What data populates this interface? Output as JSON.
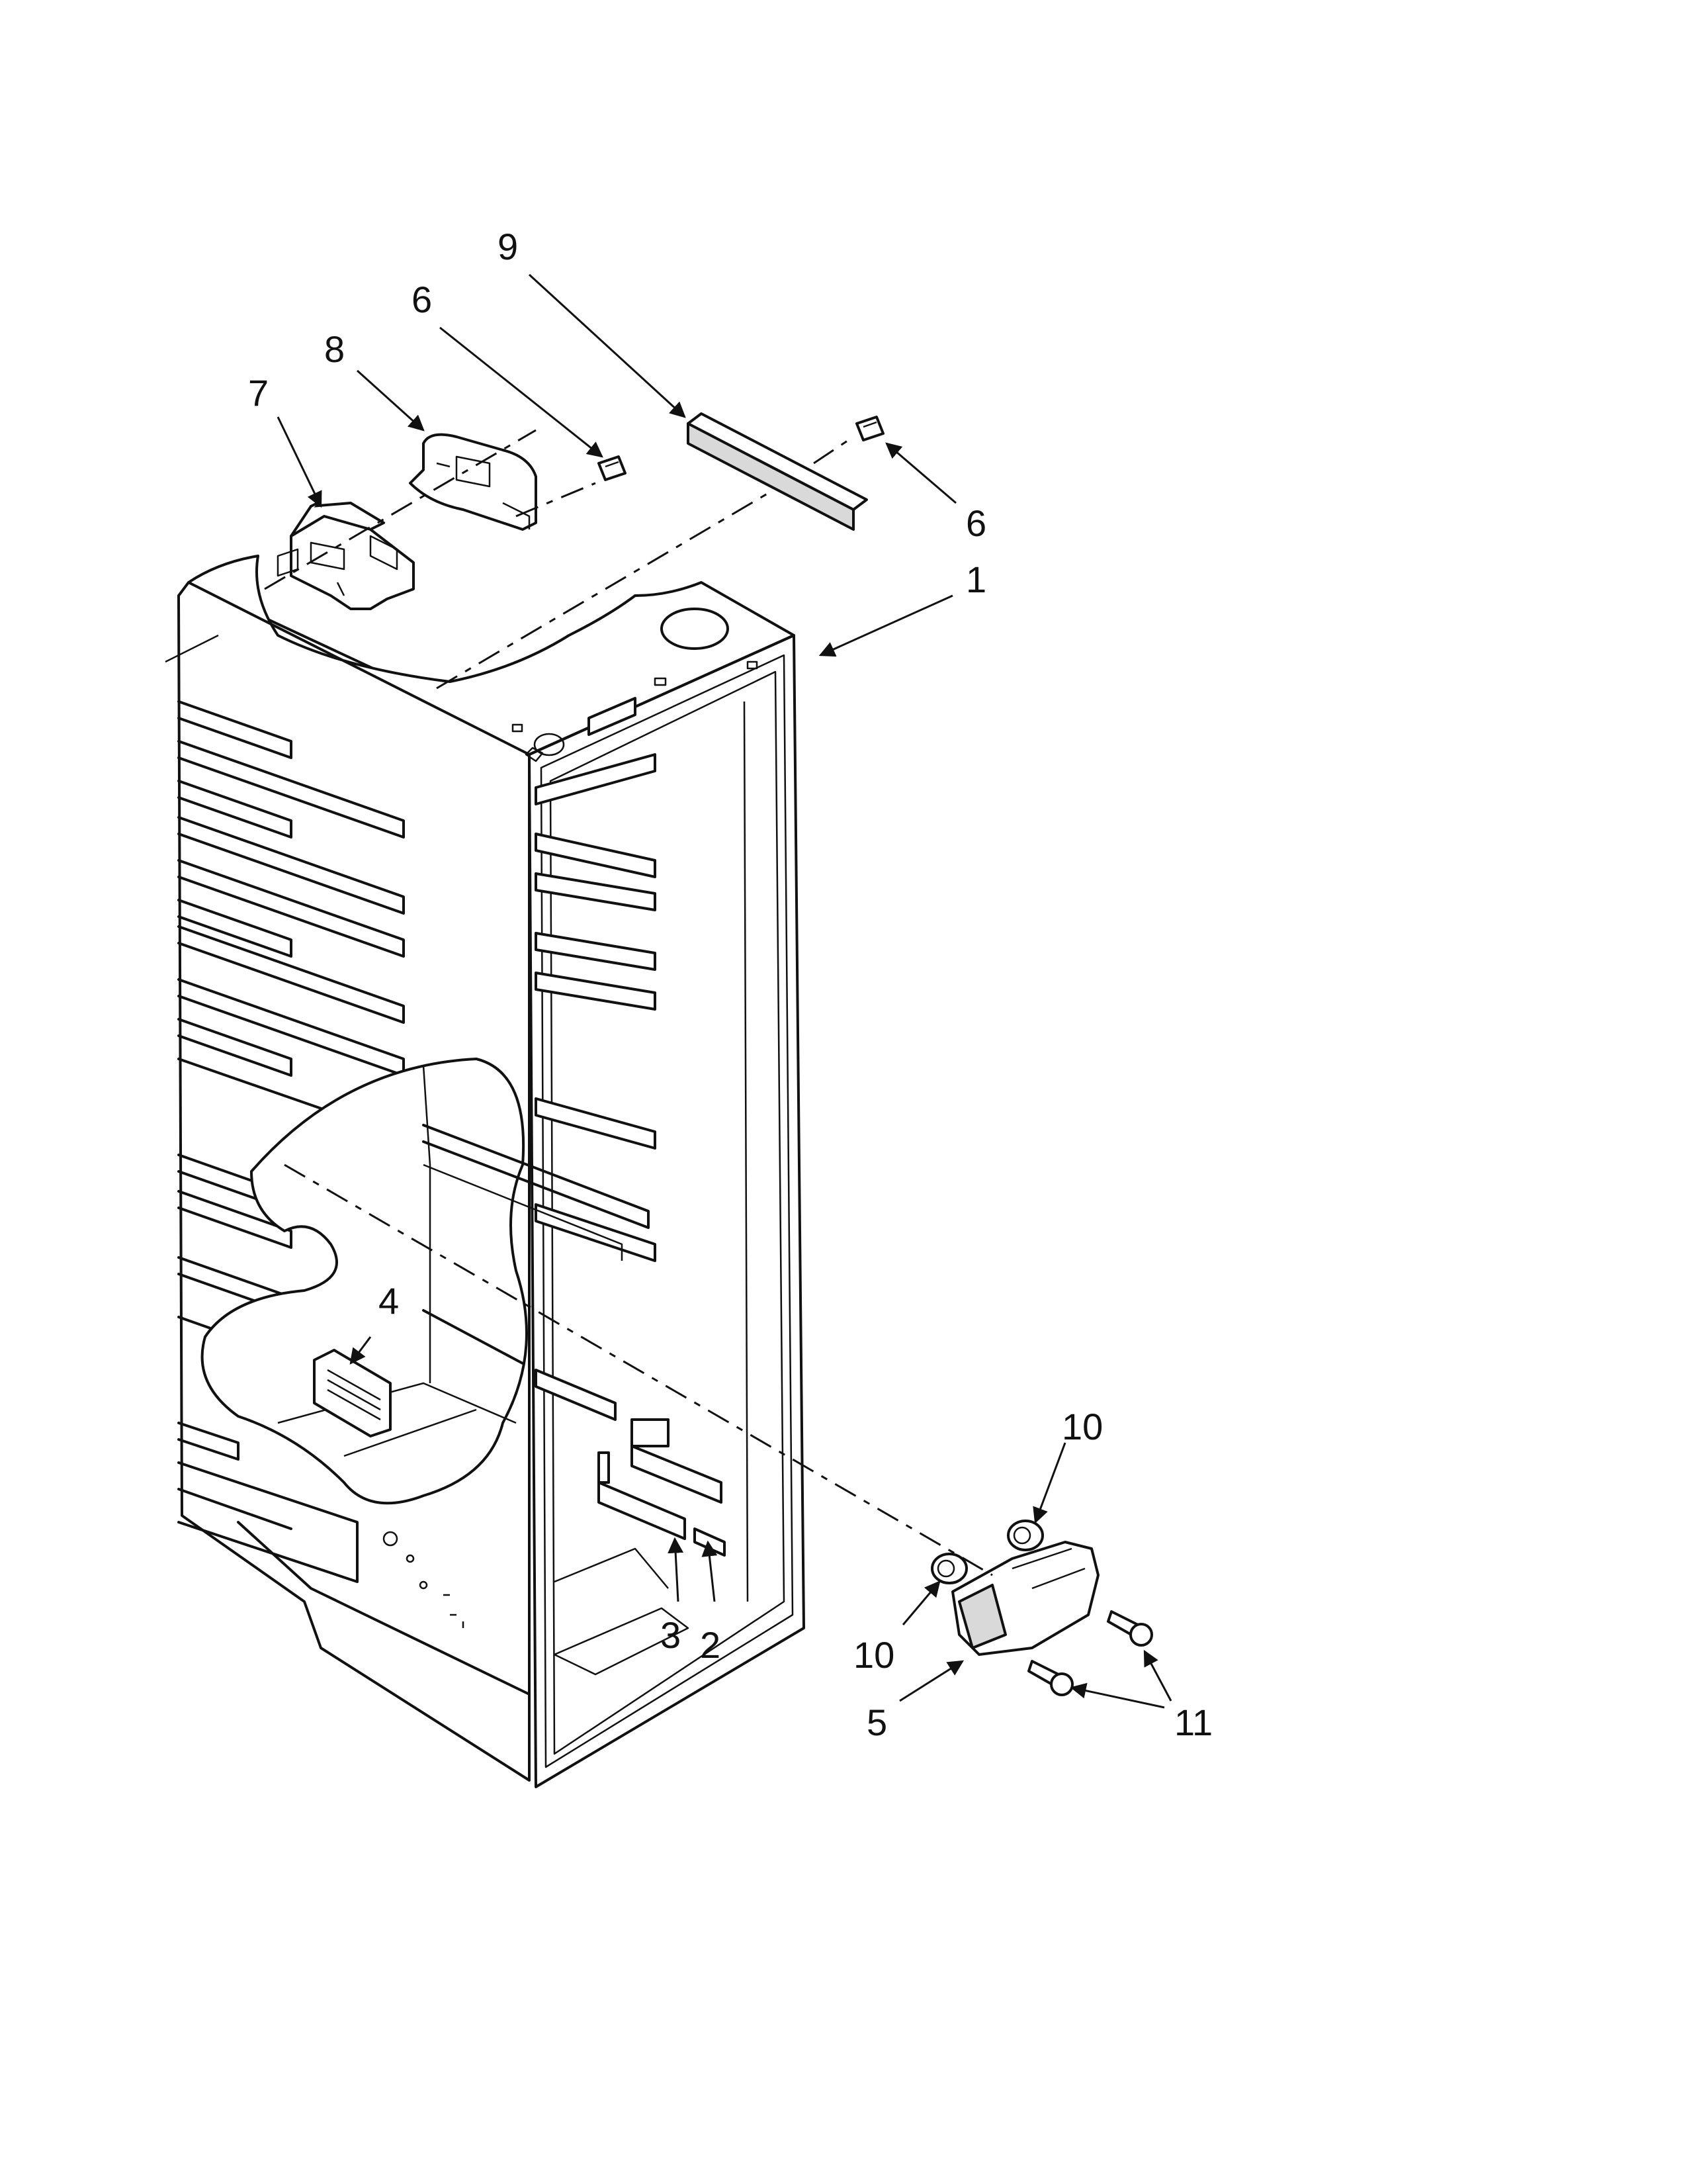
{
  "diagram": {
    "callouts": [
      {
        "id": "c1",
        "label": "1"
      },
      {
        "id": "c2",
        "label": "2"
      },
      {
        "id": "c3",
        "label": "3"
      },
      {
        "id": "c4",
        "label": "4"
      },
      {
        "id": "c5",
        "label": "5"
      },
      {
        "id": "c6a",
        "label": "6"
      },
      {
        "id": "c6b",
        "label": "6"
      },
      {
        "id": "c7",
        "label": "7"
      },
      {
        "id": "c8",
        "label": "8"
      },
      {
        "id": "c9",
        "label": "9"
      },
      {
        "id": "c10a",
        "label": "10"
      },
      {
        "id": "c10b",
        "label": "10"
      },
      {
        "id": "c11",
        "label": "11"
      }
    ],
    "line_color": "#111111",
    "background_color": "#ffffff"
  }
}
